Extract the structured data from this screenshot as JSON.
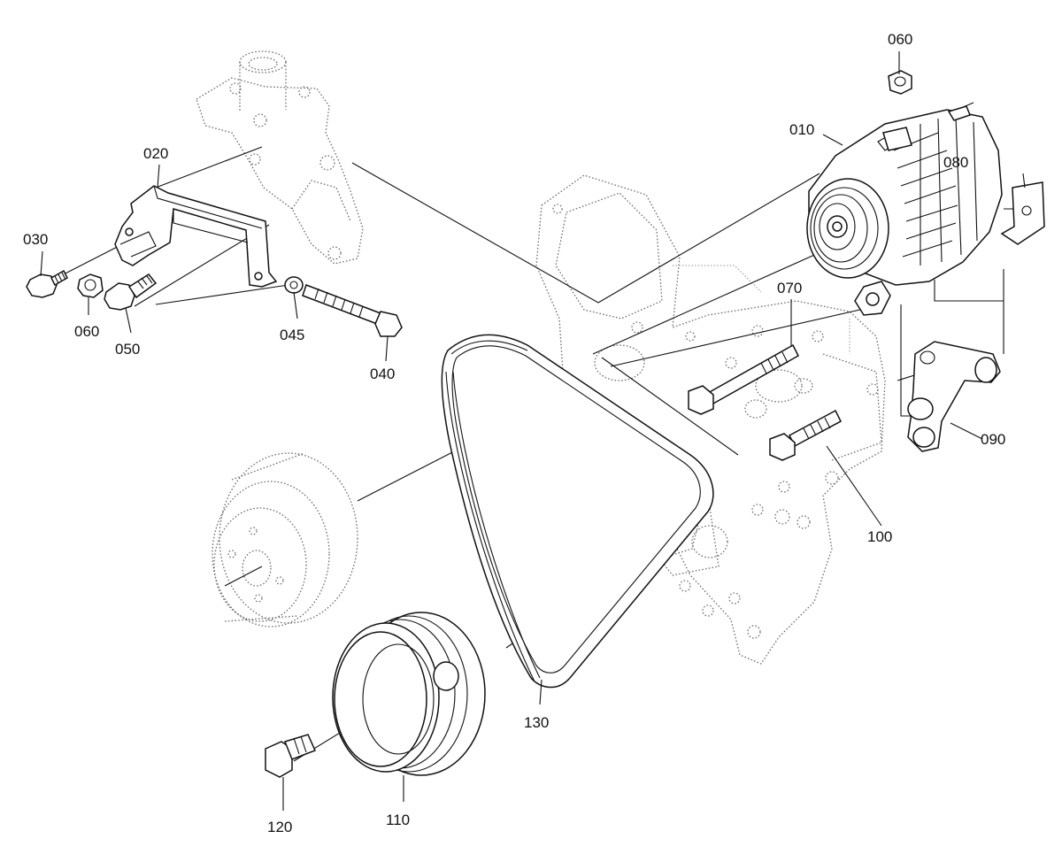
{
  "parts": [
    {
      "id": "p010",
      "number": "010",
      "icon": "alternator-icon"
    },
    {
      "id": "p020",
      "number": "020",
      "icon": "bracket-icon"
    },
    {
      "id": "p030",
      "number": "030",
      "icon": "bolt-icon"
    },
    {
      "id": "p040",
      "number": "040",
      "icon": "bolt-icon"
    },
    {
      "id": "p045",
      "number": "045",
      "icon": "washer-icon"
    },
    {
      "id": "p050",
      "number": "050",
      "icon": "bolt-icon"
    },
    {
      "id": "p060a",
      "number": "060",
      "icon": "nut-icon"
    },
    {
      "id": "p060b",
      "number": "060",
      "icon": "nut-icon"
    },
    {
      "id": "p070",
      "number": "070",
      "icon": "bolt-icon"
    },
    {
      "id": "p080",
      "number": "080",
      "icon": "plate-icon"
    },
    {
      "id": "p090",
      "number": "090",
      "icon": "bracket-icon"
    },
    {
      "id": "p100",
      "number": "100",
      "icon": "bolt-icon"
    },
    {
      "id": "p110",
      "number": "110",
      "icon": "pulley-icon"
    },
    {
      "id": "p120",
      "number": "120",
      "icon": "bolt-icon"
    },
    {
      "id": "p130",
      "number": "130",
      "icon": "belt-icon"
    }
  ]
}
